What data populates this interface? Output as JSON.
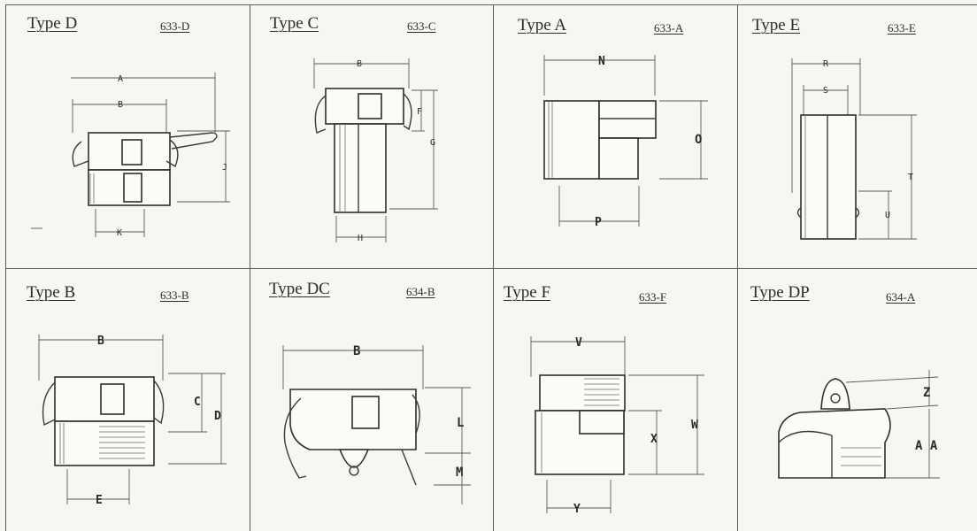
{
  "cells": [
    {
      "title": "Type D",
      "part": "633-D"
    },
    {
      "title": "Type C",
      "part": "633-C"
    },
    {
      "title": "Type A",
      "part": "633-A"
    },
    {
      "title": "Type E",
      "part": "633-E"
    },
    {
      "title": "Type B",
      "part": "633-B"
    },
    {
      "title": "Type DC",
      "part": "634-B"
    },
    {
      "title": "Type F",
      "part": "633-F"
    },
    {
      "title": "Type DP",
      "part": "634-A"
    }
  ],
  "dims": {
    "d": {
      "a": "A",
      "b": "B",
      "j": "J",
      "k": "K"
    },
    "c": {
      "b": "B",
      "f": "F",
      "g": "G",
      "h": "H"
    },
    "a": {
      "n": "N",
      "o": "O",
      "p": "P"
    },
    "e": {
      "r": "R",
      "s": "S",
      "t": "T",
      "u": "U"
    },
    "b": {
      "b": "B",
      "c": "C",
      "d": "D",
      "e": "E"
    },
    "dc": {
      "b": "B",
      "l": "L",
      "m": "M"
    },
    "f": {
      "v": "V",
      "w": "W",
      "x": "X",
      "y": "Y"
    },
    "dp": {
      "z": "Z",
      "aa": "A A"
    }
  }
}
